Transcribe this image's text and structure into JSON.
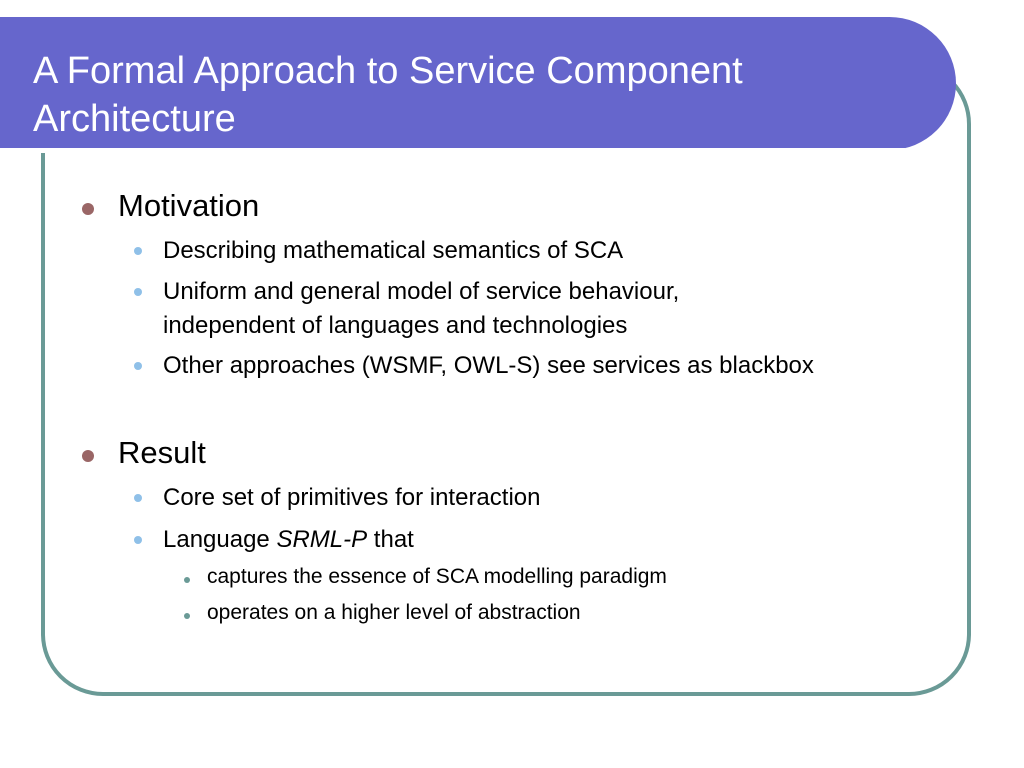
{
  "slide": {
    "title": "A Formal Approach to Service Component Architecture"
  },
  "bullets": {
    "motivation": {
      "label": "Motivation",
      "items": [
        "Describing mathematical semantics of SCA",
        "Uniform and general model of service behaviour,",
        "independent of languages and technologies",
        "Other approaches (WSMF, OWL-S) see services as blackbox"
      ]
    },
    "result": {
      "label": "Result",
      "items": [
        "Core set of primitives for interaction"
      ],
      "language": {
        "prefix": "Language ",
        "emphasis": "SRML-P",
        "suffix": " that"
      },
      "subitems": [
        "captures the essence of SCA modelling paradigm",
        "operates on a higher level of abstraction"
      ]
    }
  },
  "colors": {
    "title_band": "#6666cc",
    "frame_border": "#6a9a96",
    "level1_bullet": "#9a6666",
    "level2_bullet": "#8fc0e8",
    "level3_bullet": "#6a9a96"
  }
}
